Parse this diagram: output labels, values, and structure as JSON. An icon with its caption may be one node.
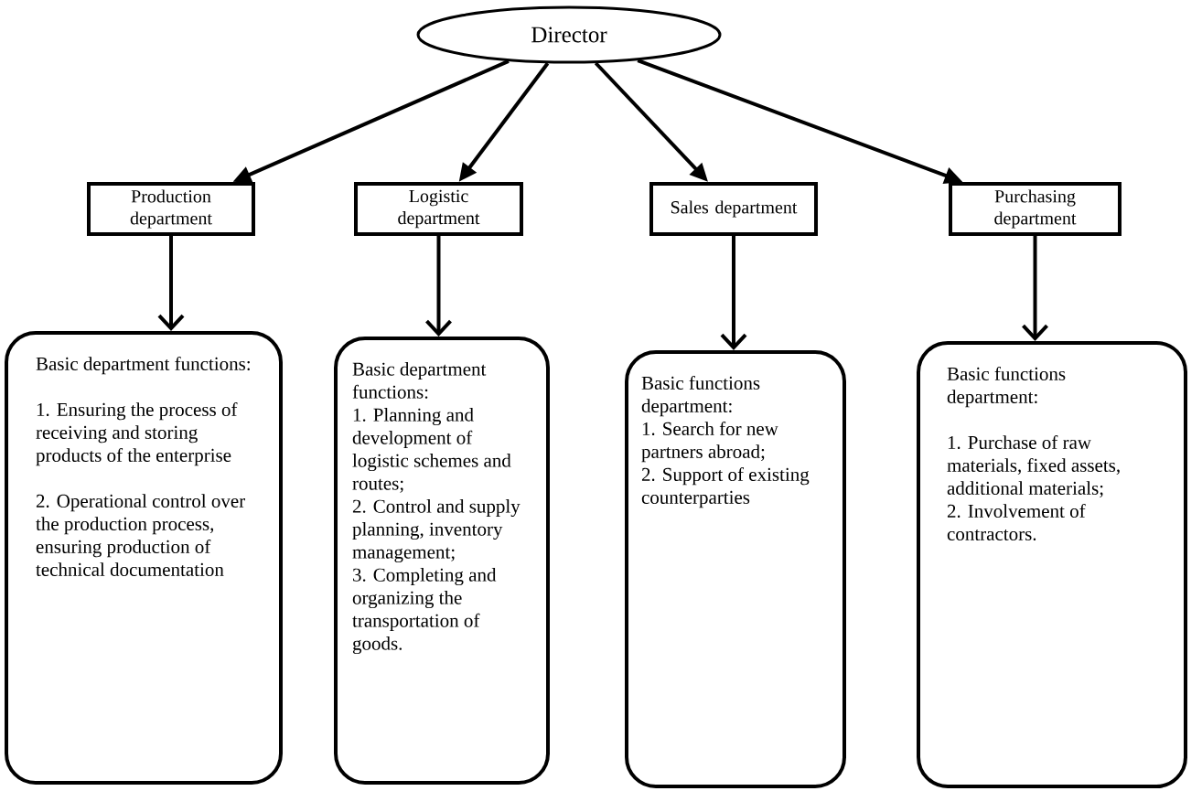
{
  "diagram": {
    "nodes": [
      {
        "text": [
          "Director"
        ]
      },
      {
        "text": [
          "Production department"
        ]
      },
      {
        "text": [
          "Logistic department"
        ]
      },
      {
        "text": [
          "Sales department"
        ]
      },
      {
        "text": [
          "Purchasing department"
        ]
      },
      {
        "text": [
          "Basic department functions:",
          "1. Ensuring the process of receiving and storing products of the enterprise",
          "2. Operational control over the production process, ensuring production of technical documentation"
        ]
      },
      {
        "text": [
          "Basic department functions:",
          "1. Planning and development of logistic schemes and routes;",
          "2. Control and supply planning, inventory management;",
          "3. Completing and organizing the transportation of goods."
        ]
      },
      {
        "text": [
          "Basic functions department:",
          "1. Search for new partners abroad;",
          "2. Support of existing counterparties"
        ]
      },
      {
        "text": [
          "Basic functions department:",
          "1. Purchase of raw materials, fixed assets, additional materials;",
          "2. Involvement of contractors."
        ]
      }
    ],
    "edges": [
      {
        "from": 0,
        "to": 1,
        "arrow": "to"
      },
      {
        "from": 0,
        "to": 2,
        "arrow": "to"
      },
      {
        "from": 0,
        "to": 3,
        "arrow": "to"
      },
      {
        "from": 0,
        "to": 4,
        "arrow": "to"
      },
      {
        "from": 1,
        "to": 5,
        "arrow": "to"
      },
      {
        "from": 2,
        "to": 6,
        "arrow": "to"
      },
      {
        "from": 3,
        "to": 7,
        "arrow": "to"
      },
      {
        "from": 4,
        "to": 8,
        "arrow": "to"
      }
    ]
  }
}
